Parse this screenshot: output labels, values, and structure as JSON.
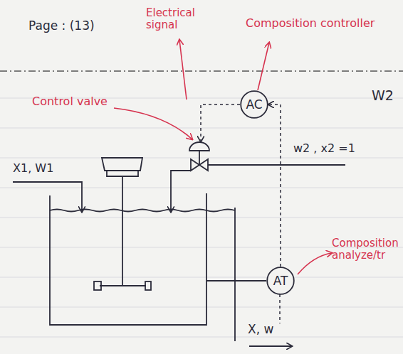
{
  "diagram": {
    "nodes": [
      {
        "text": [
          "AC"
        ]
      },
      {
        "text": [
          "AT"
        ]
      }
    ],
    "edges": [
      {
        "from": 1,
        "to": 0,
        "arrow": "to"
      }
    ],
    "labels": [
      "Page : (13)",
      "Electrical signal",
      "Composition controller",
      "Control valve",
      "W2",
      "w2 , x2 =1",
      "X1, W1",
      "Composition analyze/tr",
      "X, w"
    ]
  }
}
